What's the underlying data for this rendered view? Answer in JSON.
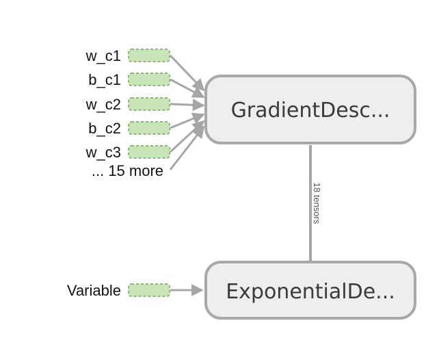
{
  "graph": {
    "nodes": {
      "gradient": {
        "label": "GradientDesc..."
      },
      "exponential": {
        "label": "ExponentialDe..."
      }
    },
    "inputs": [
      {
        "label": "w_c1"
      },
      {
        "label": "b_c1"
      },
      {
        "label": "w_c2"
      },
      {
        "label": "b_c2"
      },
      {
        "label": "w_c3"
      }
    ],
    "more_label": "... 15 more",
    "edge_label": "18 tensors",
    "variable": {
      "label": "Variable"
    }
  },
  "colors": {
    "node_fill": "#eeeeee",
    "node_stroke": "#a8a8a8",
    "var_fill": "#c9e5b8",
    "var_stroke": "#8fb57a",
    "edge": "#a6a6a6"
  }
}
